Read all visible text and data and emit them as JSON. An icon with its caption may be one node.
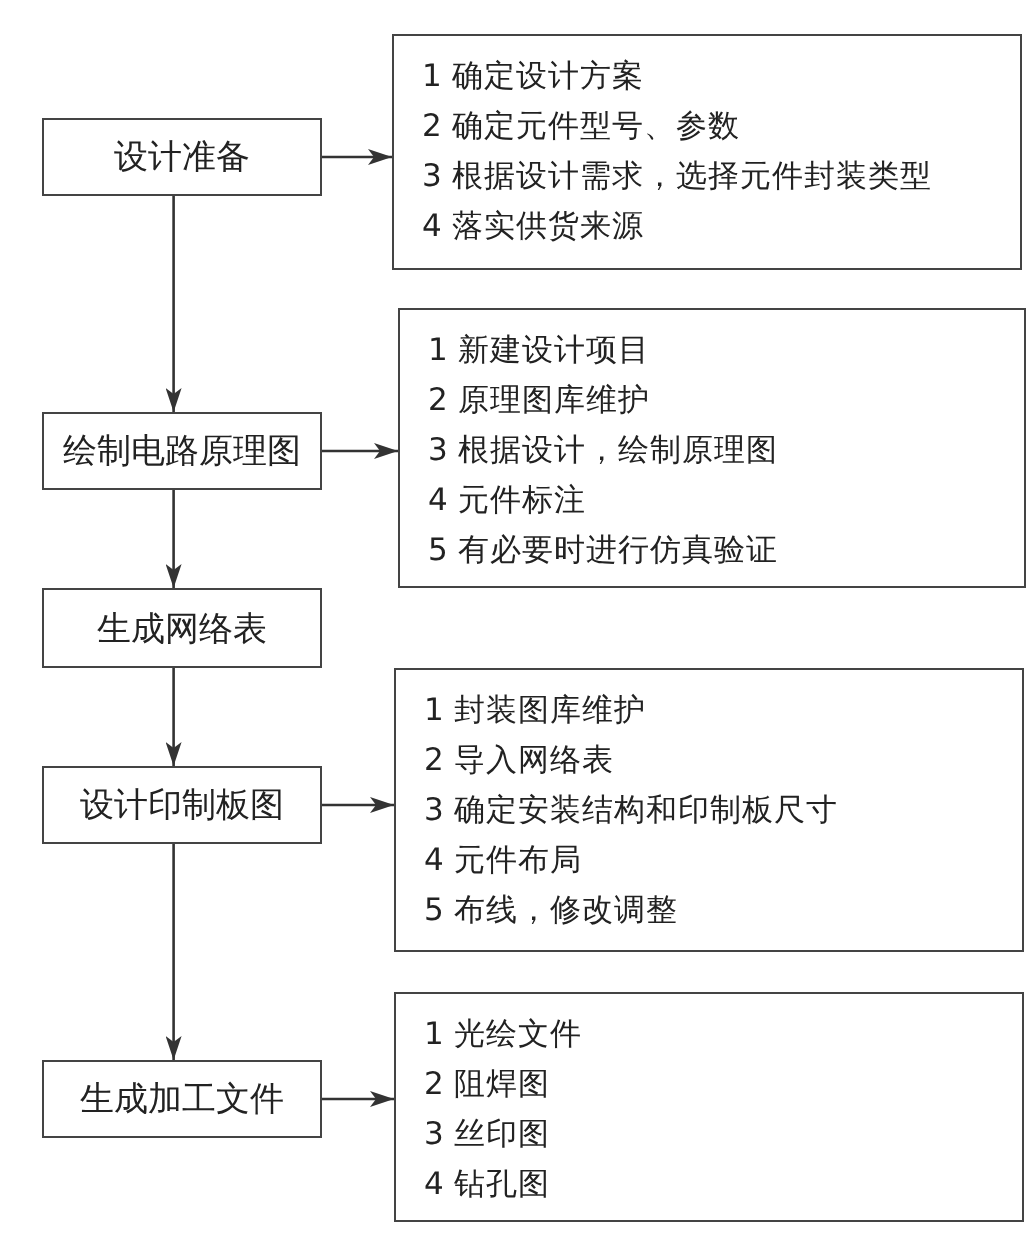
{
  "diagram": {
    "nodes": [
      {
        "text": [
          "设计准备"
        ]
      },
      {
        "text": [
          "1 确定设计方案",
          "2 确定元件型号、参数",
          "3 根据设计需求，选择元件封装类型",
          "4 落实供货来源"
        ]
      },
      {
        "text": [
          "绘制电路原理图"
        ]
      },
      {
        "text": [
          "1 新建设计项目",
          "2 原理图库维护",
          "3 根据设计，绘制原理图",
          "4 元件标注",
          "5 有必要时进行仿真验证"
        ]
      },
      {
        "text": [
          "生成网络表"
        ]
      },
      {
        "text": [
          "设计印制板图"
        ]
      },
      {
        "text": [
          "1 封装图库维护",
          "2 导入网络表",
          "3 确定安装结构和印制板尺寸",
          "4 元件布局",
          "5 布线，修改调整"
        ]
      },
      {
        "text": [
          "生成加工文件"
        ]
      },
      {
        "text": [
          "1 光绘文件",
          "2 阻焊图",
          "3 丝印图",
          "4 钻孔图"
        ]
      }
    ],
    "edges": [
      {
        "from": 0,
        "to": 1,
        "arrow": "to"
      },
      {
        "from": 0,
        "to": 2,
        "arrow": "to"
      },
      {
        "from": 2,
        "to": 3,
        "arrow": "to"
      },
      {
        "from": 2,
        "to": 4,
        "arrow": "to"
      },
      {
        "from": 4,
        "to": 5,
        "arrow": "to"
      },
      {
        "from": 5,
        "to": 6,
        "arrow": "to"
      },
      {
        "from": 5,
        "to": 7,
        "arrow": "to"
      },
      {
        "from": 7,
        "to": 8,
        "arrow": "to"
      }
    ]
  }
}
